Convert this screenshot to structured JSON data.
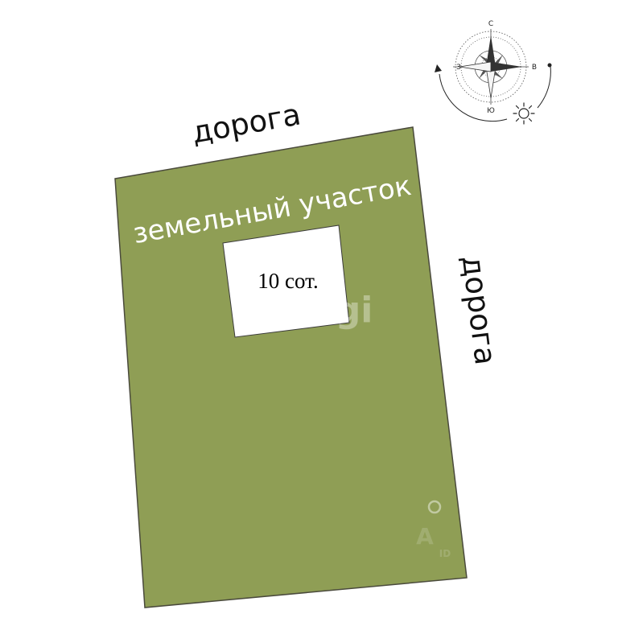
{
  "road_top_label": "дорога",
  "road_right_label": "дорога",
  "plot_label": "земельный участок",
  "area_label": "10 сот.",
  "compass": {
    "north": "С",
    "south": "Ю",
    "west": "З",
    "east": "В"
  },
  "watermarks": {
    "center": "gi",
    "corner_top": "A",
    "corner_bottom": "ID"
  },
  "colors": {
    "plot_fill": "#8f9e55",
    "plot_stroke": "#4a4a3c",
    "house_fill": "#ffffff",
    "text": "#111111"
  }
}
